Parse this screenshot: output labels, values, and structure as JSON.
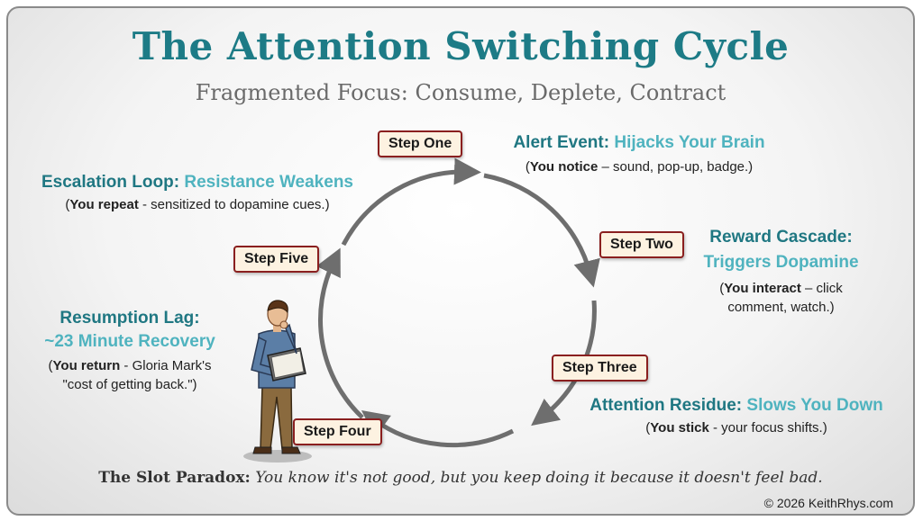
{
  "title": "The Attention Switching Cycle",
  "subtitle": "Fragmented Focus: Consume, Deplete, Contract",
  "steps": [
    {
      "label": "Step One",
      "head_dark": "Alert Event:",
      "head_light": "Hijacks Your Brain",
      "desc_bold": "You notice",
      "desc_text": " – sound, pop-up, badge.)"
    },
    {
      "label": "Step Two",
      "head_dark": "Reward Cascade:",
      "head_light": "Triggers Dopamine",
      "desc_bold": "You interact",
      "desc_text": " – click comment, watch.)"
    },
    {
      "label": "Step Three",
      "head_dark": "Attention Residue:",
      "head_light": "Slows You Down",
      "desc_bold": "You stick",
      "desc_text": " - your focus shifts.)"
    },
    {
      "label": "Step Four",
      "head_dark": "Resumption Lag:",
      "head_light": "~23 Minute Recovery",
      "desc_bold": "You return",
      "desc_text": " - Gloria Mark's \"cost of getting back.\")"
    },
    {
      "label": "Step Five",
      "head_dark": "Escalation Loop:",
      "head_light": "Resistance Weakens",
      "desc_bold": "You repeat",
      "desc_text": " - sensitized to dopamine cues.)"
    }
  ],
  "paradox": {
    "label": "The Slot Paradox:",
    "text": "You know it's not good, but you keep doing it because it doesn't feel bad."
  },
  "copyright": "© 2026 KeithRhys.com",
  "colors": {
    "title": "#1d7b86",
    "heading_dark": "#1f7782",
    "heading_light": "#4fb3bf",
    "step_border": "#8a1f1f",
    "step_fill": "#fdf2e1",
    "arrow": "#6e6e6e"
  }
}
